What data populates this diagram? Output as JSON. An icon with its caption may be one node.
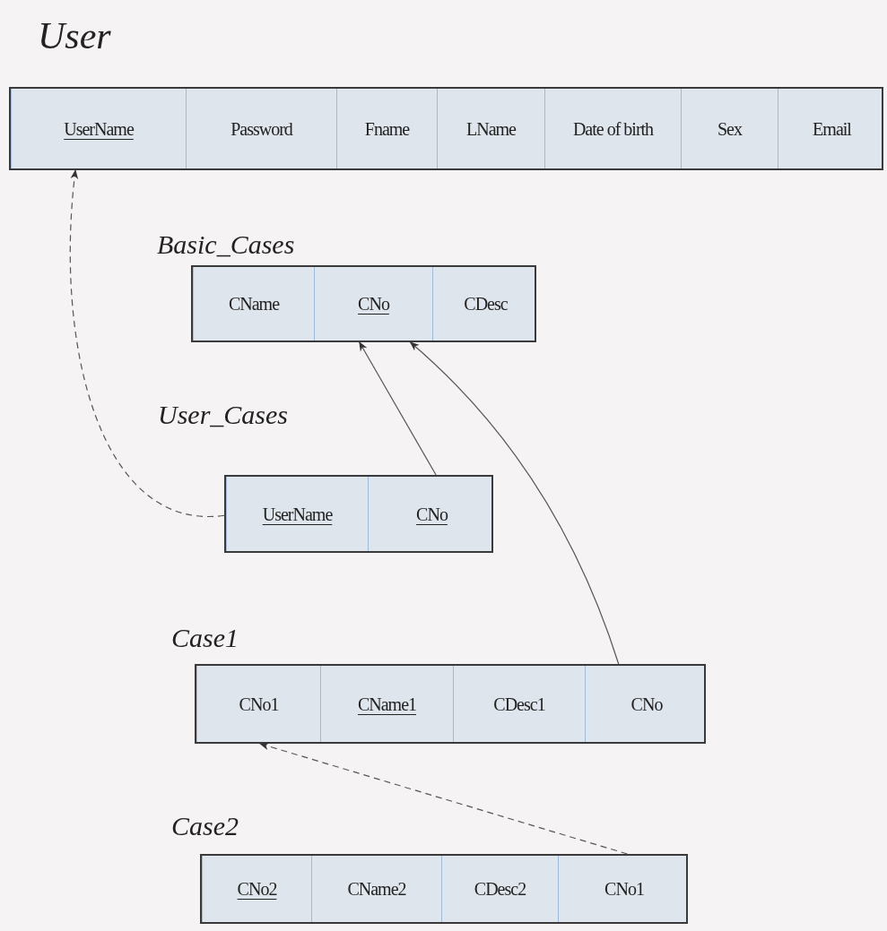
{
  "diagram": {
    "nodes": [
      {
        "text": [
          "User"
        ]
      },
      {
        "text": [
          "UserName"
        ],
        "in": 0
      },
      {
        "text": [
          "Password"
        ],
        "in": 0
      },
      {
        "text": [
          "Fname"
        ],
        "in": 0
      },
      {
        "text": [
          "LName"
        ],
        "in": 0
      },
      {
        "text": [
          "Date of birth"
        ],
        "in": 0
      },
      {
        "text": [
          "Sex"
        ],
        "in": 0
      },
      {
        "text": [
          "Email"
        ],
        "in": 0
      },
      {
        "text": [
          "Basic_Cases"
        ]
      },
      {
        "text": [
          "CName"
        ],
        "in": 8
      },
      {
        "text": [
          "CNo"
        ],
        "in": 8
      },
      {
        "text": [
          "CDesc"
        ],
        "in": 8
      },
      {
        "text": [
          "User_Cases"
        ]
      },
      {
        "text": [
          "UserName"
        ],
        "in": 12
      },
      {
        "text": [
          "CNo"
        ],
        "in": 12
      },
      {
        "text": [
          "Case1"
        ]
      },
      {
        "text": [
          "CNo1"
        ],
        "in": 15
      },
      {
        "text": [
          "CName1"
        ],
        "in": 15
      },
      {
        "text": [
          "CDesc1"
        ],
        "in": 15
      },
      {
        "text": [
          "CNo"
        ],
        "in": 15
      },
      {
        "text": [
          "Case2"
        ]
      },
      {
        "text": [
          "CNo2"
        ],
        "in": 20
      },
      {
        "text": [
          "CName2"
        ],
        "in": 20
      },
      {
        "text": [
          "CDesc2"
        ],
        "in": 20
      },
      {
        "text": [
          "CNo1"
        ],
        "in": 20
      }
    ],
    "edges": [
      {
        "from": 13,
        "to": 1,
        "arrow": "to",
        "style": "dashed"
      },
      {
        "from": 14,
        "to": 10,
        "arrow": "to"
      },
      {
        "from": 19,
        "to": 10,
        "arrow": "to"
      },
      {
        "from": 24,
        "to": 16,
        "arrow": "to",
        "style": "dashed"
      }
    ]
  }
}
